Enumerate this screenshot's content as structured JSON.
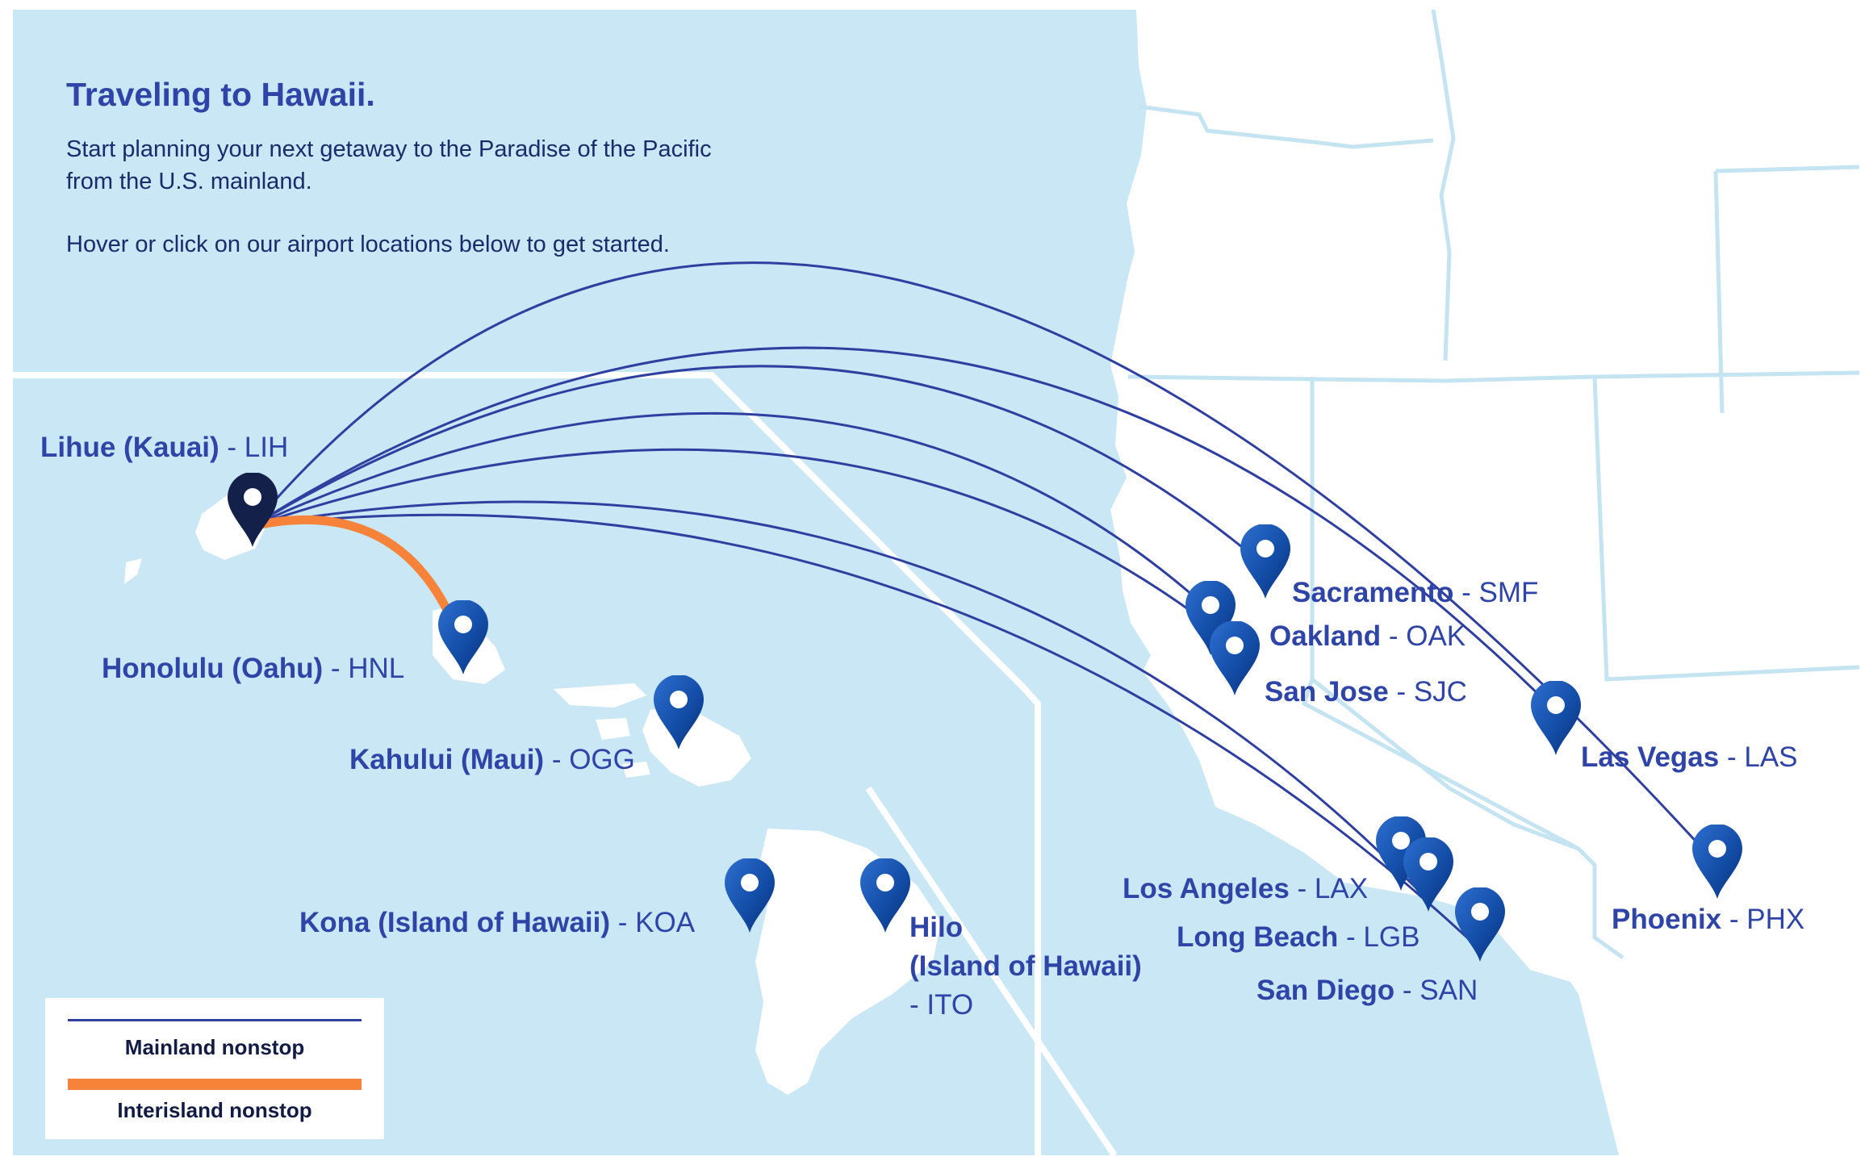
{
  "intro": {
    "title": "Traveling to Hawaii.",
    "description_line1": "Start planning your next getaway to the Paradise of the Pacific",
    "description_line2": "from the U.S. mainland.",
    "hint": "Hover or click on our airport locations below to get started."
  },
  "airports": {
    "lih": {
      "city": "Lihue (Kauai)",
      "code": "- LIH",
      "selected": true
    },
    "hnl": {
      "city": "Honolulu (Oahu)",
      "code": "- HNL"
    },
    "ogg": {
      "city": "Kahului (Maui)",
      "code": "- OGG"
    },
    "koa": {
      "city": "Kona (Island of Hawaii)",
      "code": "- KOA"
    },
    "ito": {
      "city_line1": "Hilo",
      "city_line2": "(Island of Hawaii)",
      "code": "- ITO"
    },
    "smf": {
      "city": "Sacramento",
      "code": "- SMF"
    },
    "oak": {
      "city": "Oakland",
      "code": "- OAK"
    },
    "sjc": {
      "city": "San Jose",
      "code": "- SJC"
    },
    "las": {
      "city": "Las Vegas",
      "code": "- LAS"
    },
    "lax": {
      "city": "Los Angeles",
      "code": "- LAX"
    },
    "lgb": {
      "city": "Long Beach",
      "code": "- LGB"
    },
    "san": {
      "city": "San Diego",
      "code": "- SAN"
    },
    "phx": {
      "city": "Phoenix",
      "code": "- PHX"
    }
  },
  "legend": {
    "mainland": "Mainland nonstop",
    "interisland": "Interisland nonstop"
  },
  "colors": {
    "ocean": "#c9e7f4",
    "land": "#ffffff",
    "border": "#c4e4f2",
    "mainland_route": "#2e3fa0",
    "interisland_route": "#f7823a",
    "pin": "#1547a3",
    "pin_selected": "#13204a",
    "label": "#2e44a7"
  }
}
